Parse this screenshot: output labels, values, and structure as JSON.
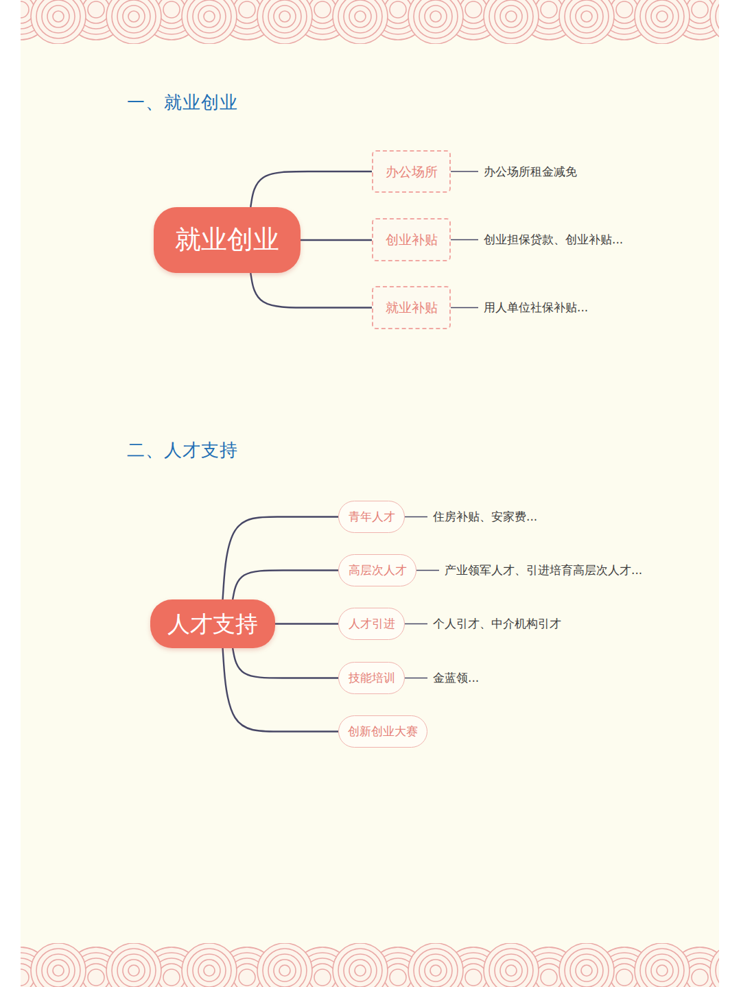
{
  "diagram": {
    "nodes": [
      {
        "text": [
          "就业创业"
        ]
      },
      {
        "text": [
          "办公场所"
        ]
      },
      {
        "text": [
          "创业补贴"
        ]
      },
      {
        "text": [
          "就业补贴"
        ]
      },
      {
        "text": [
          "人才支持"
        ]
      },
      {
        "text": [
          "青年人才"
        ]
      },
      {
        "text": [
          "高层次人才"
        ]
      },
      {
        "text": [
          "人才引进"
        ]
      },
      {
        "text": [
          "技能培训"
        ]
      },
      {
        "text": [
          "创新创业大赛"
        ]
      }
    ],
    "edges": [
      {
        "from": 0,
        "to": 1,
        "arrow": "none"
      },
      {
        "from": 0,
        "to": 2,
        "arrow": "none"
      },
      {
        "from": 0,
        "to": 3,
        "arrow": "none"
      },
      {
        "from": 4,
        "to": 5,
        "arrow": "none"
      },
      {
        "from": 4,
        "to": 6,
        "arrow": "none"
      },
      {
        "from": 4,
        "to": 7,
        "arrow": "none"
      },
      {
        "from": 4,
        "to": 8,
        "arrow": "none"
      },
      {
        "from": 4,
        "to": 9,
        "arrow": "none"
      }
    ],
    "labels": [
      "一、就业创业",
      "办公场所租金减免",
      "创业担保贷款、创业补贴...",
      "用人单位社保补贴...",
      "二、人才支持",
      "住房补贴、安家费...",
      "产业领军人才、引进培育高层次人才...",
      "个人引才、中介机构引才",
      "金蓝领..."
    ]
  }
}
